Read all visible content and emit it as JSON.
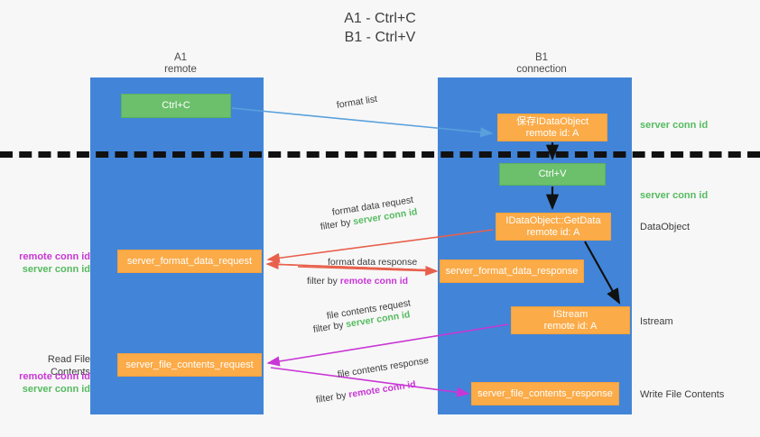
{
  "title": "A1 - Ctrl+C\nB1 - Ctrl+V",
  "columns": {
    "left": "A1\nremote",
    "right": "B1\nconnection"
  },
  "colors": {
    "lane": "#4285d8",
    "green_box": "#6cc06c",
    "orange_box": "#fbab48",
    "server_conn": "#55bb60",
    "remote_conn": "#c936d6",
    "blue_arrow": "#5aa0dd",
    "red_arrow": "#e8604c",
    "magenta_arrow": "#c936d6",
    "black_arrow": "#111111",
    "background": "#f7f7f7"
  },
  "boxes": {
    "ctrl_c": "Ctrl+C",
    "data_object": "保存IDataObject\nremote id: A",
    "ctrl_v": "Ctrl+V",
    "get_data": "IDataObject::GetData\nremote id: A",
    "format_data_request": "server_format_data_request",
    "format_data_response": "server_format_data_response",
    "istream": "IStream\nremote id: A",
    "file_contents_request": "server_file_contents_request",
    "file_contents_response": "server_file_contents_response"
  },
  "annotations": {
    "format_list": "format list",
    "format_data_request": "format data request",
    "format_data_request_filter_prefix": "filter by ",
    "format_data_request_filter_value": "server conn id",
    "format_data_response": "format data response",
    "format_data_response_filter_prefix": "filter by ",
    "format_data_response_filter_value": "remote conn id",
    "file_contents_request": "file contents request",
    "file_contents_request_filter_prefix": "filter by ",
    "file_contents_request_filter_value": "server conn id",
    "file_contents_response": "file contents response",
    "file_contents_response_filter_prefix": "filter by ",
    "file_contents_response_filter_value": "remote conn id"
  },
  "side_labels": {
    "server_conn_top": "server conn id",
    "server_conn_mid": "server conn id",
    "data_object": "DataObject",
    "istream": "Istream",
    "write_file_contents": "Write File Contents",
    "read_file_contents": "Read File Contents",
    "remote_conn_mid": "remote conn id",
    "server_conn_left_mid": "server conn id",
    "remote_conn_bot": "remote conn id",
    "server_conn_left_bot": "server conn id"
  }
}
